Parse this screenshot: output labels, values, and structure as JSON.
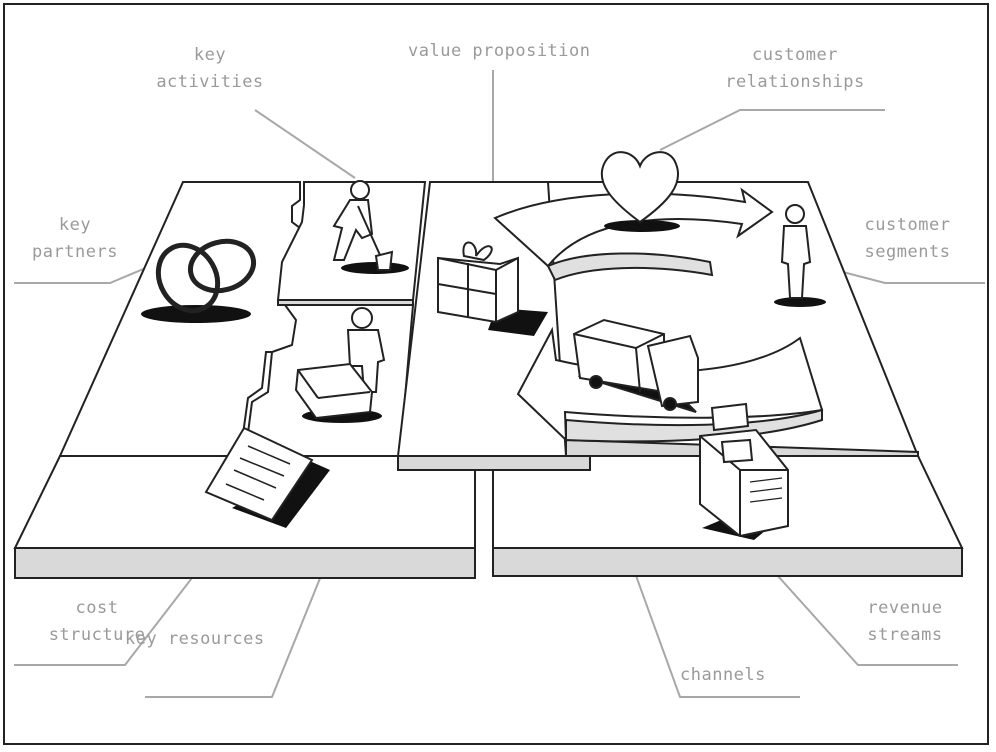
{
  "labels": {
    "key_activities": [
      "key",
      "activities"
    ],
    "value_proposition": "value proposition",
    "customer_relationships": [
      "customer",
      "relationships"
    ],
    "key_partners": [
      "key",
      "partners"
    ],
    "customer_segments": [
      "customer",
      "segments"
    ],
    "cost_structure": [
      "cost",
      "structure"
    ],
    "key_resources": "key resources",
    "channels": "channels",
    "revenue_streams": [
      "revenue",
      "streams"
    ]
  },
  "colors": {
    "ink": "#222222",
    "label": "#9a9a9a",
    "leader_line": "#a8a8a8",
    "block_side": "#d9d9d9",
    "block_top": "#ffffff"
  }
}
